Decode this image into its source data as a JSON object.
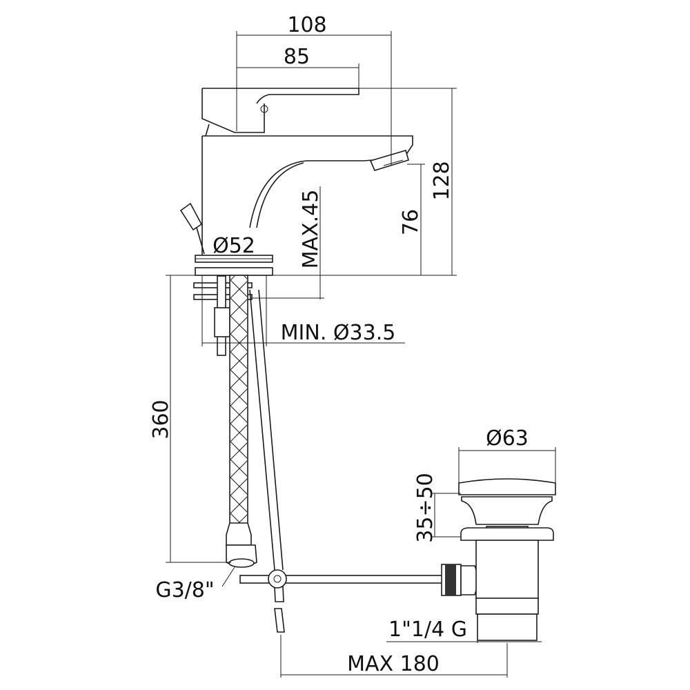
{
  "title": "Basin mixer with pop-up waste – technical drawing",
  "dimensions": {
    "overall_depth": "108",
    "lever_depth": "85",
    "overall_height": "128",
    "spout_height": "76",
    "max_deck_thickness": "MAX.45",
    "base_diameter": "Ø52",
    "min_hole_diameter": "MIN. Ø33.5",
    "hose_length": "360",
    "hose_connection": "G3/8\"",
    "waste_diameter": "Ø63",
    "waste_lift": "35÷50",
    "waste_thread": "1\"1/4 G",
    "max_rod_length": "MAX 180"
  }
}
